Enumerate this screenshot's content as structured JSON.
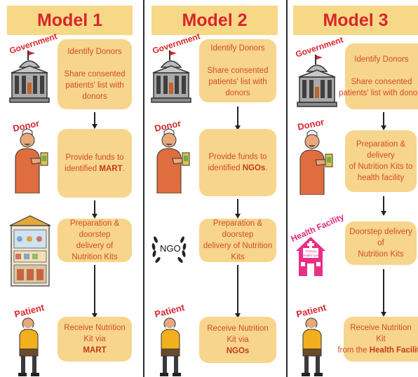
{
  "columns": [
    {
      "title": "Model 1",
      "actors": [
        "Government",
        "Donor",
        "Mart",
        "Patient"
      ],
      "steps": [
        {
          "line1": "Identify Donors",
          "line2": "Share consented",
          "line3": "patients' list with donors"
        },
        {
          "line1": "Provide funds to",
          "line2_pre": "identified ",
          "line2_bold": "MART",
          "line2_post": "."
        },
        {
          "line1": "Preparation & doorstep",
          "line2": "delivery of Nutrition Kits"
        },
        {
          "line1": "Receive Nutrition Kit via",
          "line2_bold": "MART"
        }
      ]
    },
    {
      "title": "Model 2",
      "actors": [
        "Government",
        "Donor",
        "NGO",
        "Patient"
      ],
      "steps": [
        {
          "line1": "Identify Donors",
          "line2": "Share consented",
          "line3": "patients' list with donors"
        },
        {
          "line1": "Provide funds to",
          "line2_pre": "identified ",
          "line2_bold": "NGOs",
          "line2_post": "."
        },
        {
          "line1": "Preparation & doorstep",
          "line2": "delivery of Nutrition Kits"
        },
        {
          "line1": "Receive Nutrition Kit via",
          "line2_bold": "NGOs"
        }
      ]
    },
    {
      "title": "Model 3",
      "actors": [
        "Government",
        "Donor",
        "Health Facility",
        "Patient"
      ],
      "health_sign": {
        "line1": "Primary",
        "line2": "Health Centre"
      },
      "steps": [
        {
          "line1": "Identify Donors",
          "line2": "Share consented",
          "line3": "patients' list with donors"
        },
        {
          "line1": "Preparation & delivery",
          "line2": "of Nutrition Kits to",
          "line3": "health facility"
        },
        {
          "line1": "Doorstep delivery of",
          "line2": "Nutrition Kits"
        },
        {
          "line1": "Receive Nutrition Kit",
          "line2_pre": "from the ",
          "line2_bold": "Health Facility"
        }
      ]
    }
  ]
}
